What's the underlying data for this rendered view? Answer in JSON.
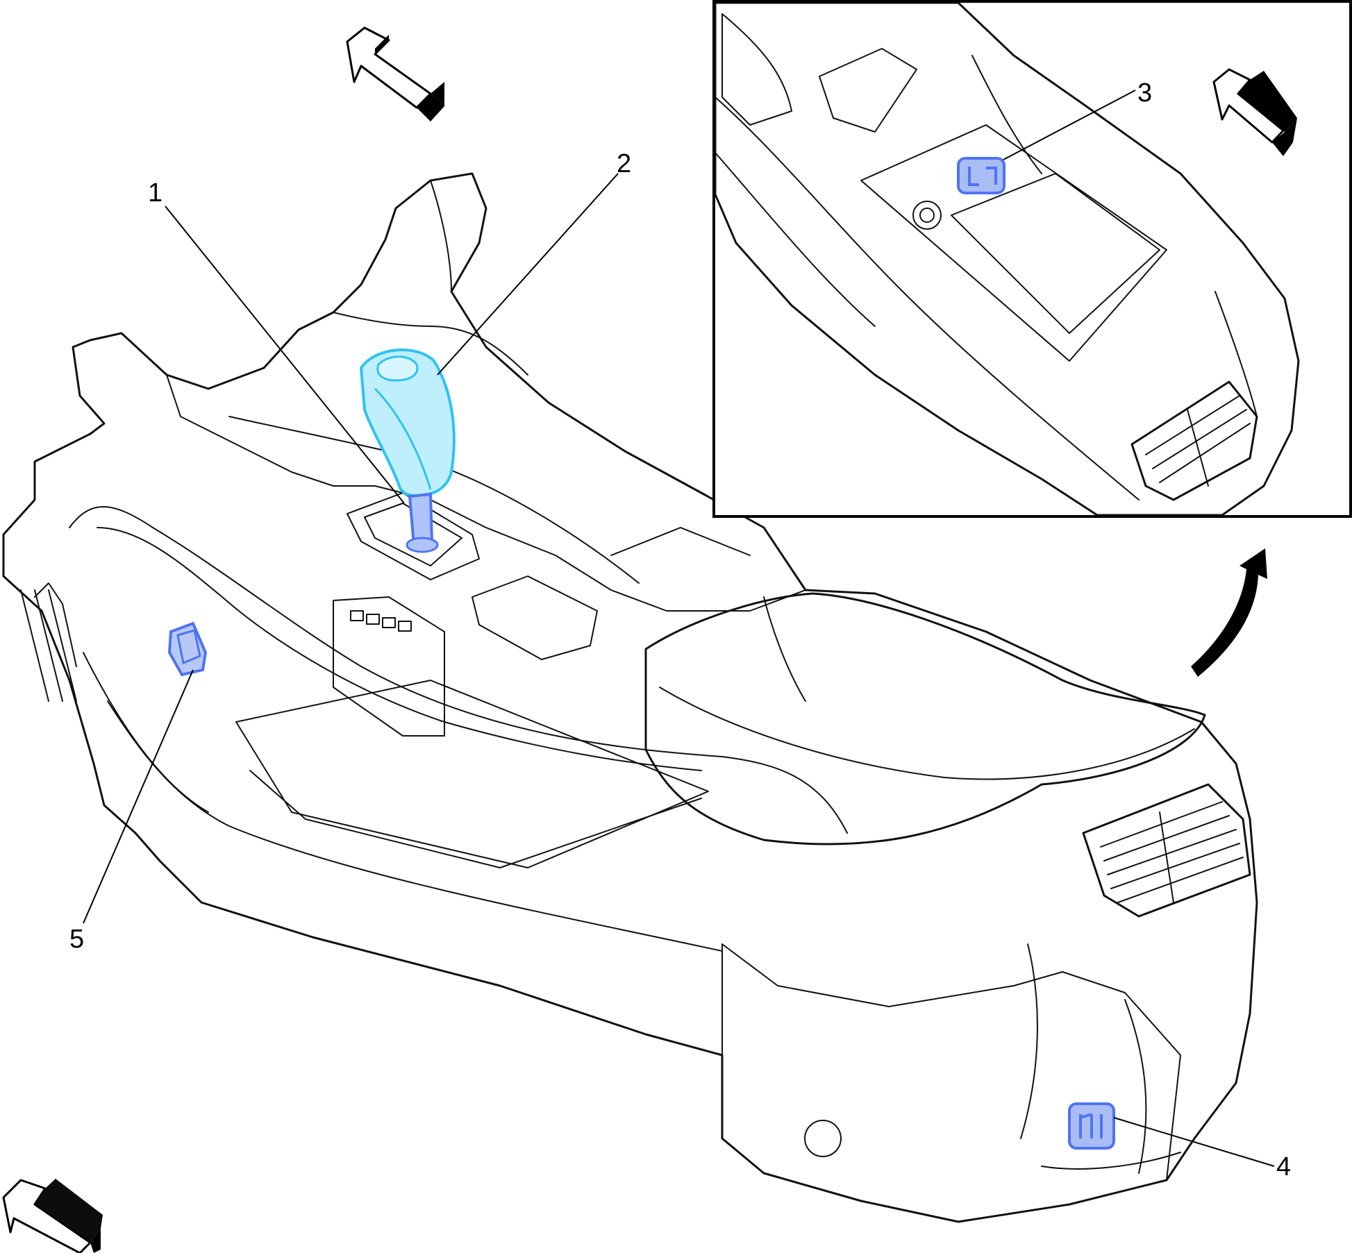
{
  "colors": {
    "panel": "#d4d2c4",
    "panel_shadow": "#c6c3b3",
    "outline": "#111111",
    "shifter_highlight": "#2ec3f2",
    "switch_highlight": "#4f74f2",
    "background": "#ffffff"
  },
  "callouts": [
    {
      "id": "1",
      "label": "1"
    },
    {
      "id": "2",
      "label": "2"
    },
    {
      "id": "3",
      "label": "3"
    },
    {
      "id": "4",
      "label": "4"
    },
    {
      "id": "5",
      "label": "5"
    }
  ],
  "icons": {
    "direction_arrow": "forward-direction-arrow",
    "view_arrow": "inset-view-arrow"
  }
}
